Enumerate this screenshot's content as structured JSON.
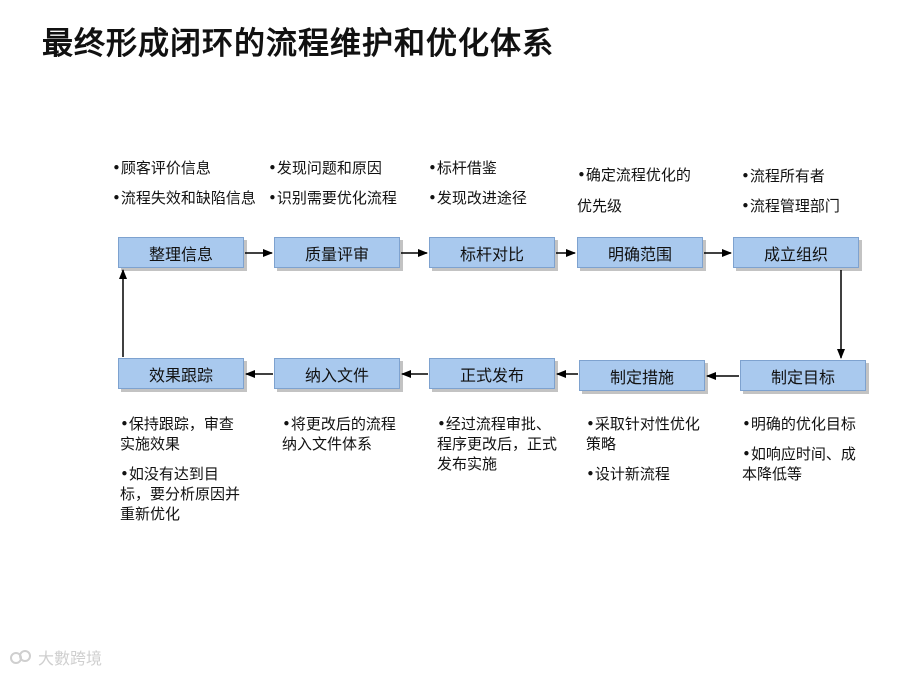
{
  "title": "最终形成闭环的流程维护和优化体系",
  "steps": {
    "s1": "整理信息",
    "s2": "质量评审",
    "s3": "标杆对比",
    "s4": "明确范围",
    "s5": "成立组织",
    "s6": "制定目标",
    "s7": "制定措施",
    "s8": "正式发布",
    "s9": "纳入文件",
    "s10": "效果跟踪"
  },
  "notes": {
    "s1": [
      "•顾客评价信息",
      "•流程失效和缺陷信息"
    ],
    "s2": [
      "•发现问题和原因",
      "•识别需要优化流程"
    ],
    "s3": [
      "•标杆借鉴",
      "•发现改进途径"
    ],
    "s4": [
      "•确定流程优化的优先级"
    ],
    "s5": [
      "•流程所有者",
      "•流程管理部门"
    ],
    "s6": [
      "•明确的优化目标",
      "•如响应时间、成本降低等"
    ],
    "s7": [
      "•采取针对性优化策略",
      "•设计新流程"
    ],
    "s8": [
      "•经过流程审批、程序更改后，正式发布实施"
    ],
    "s9": [
      "•将更改后的流程纳入文件体系"
    ],
    "s10": [
      "•保持跟踪，审查实施效果",
      "•如没有达到目标，要分析原因并重新优化"
    ]
  },
  "watermark": "大數跨境",
  "colors": {
    "box_fill": "#a9c9ee",
    "box_border": "#7ea2cf",
    "arrow": "#000000"
  }
}
